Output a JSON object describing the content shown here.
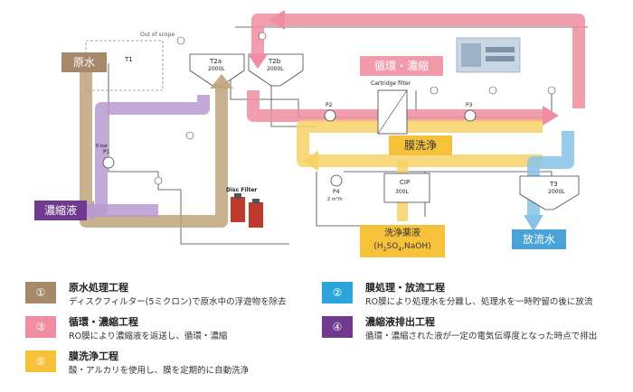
{
  "flow_labels": {
    "raw_water": "原水",
    "circulation": "循環・濃縮",
    "membrane_wash": "膜洗浄",
    "concentrate": "濃縮液",
    "discharge": "放流水",
    "chemical_line1": "洗浄薬液",
    "chemical_line2_prefix": "(H",
    "chemical_line2_sub1": "2",
    "chemical_line2_mid": "SO",
    "chemical_line2_sub2": "4",
    "chemical_line2_suffix": ",NaOH)"
  },
  "equipment": {
    "t1": "T1",
    "t1_note": "Out of scope",
    "t2a": "T2a",
    "t2a_vol": "2000L",
    "t2b": "T2b",
    "t2b_vol": "2000L",
    "t3": "T3",
    "t3_vol": "2000L",
    "cip": "CIP",
    "cip_vol": "300L",
    "cartridge": "Cartridge filter",
    "disc_filter": "Disc Filter",
    "p1": "P1",
    "p2": "P2",
    "p3": "P3",
    "p4": "P4",
    "p1_spec": "6 bar",
    "p4_spec": "2 m³/h"
  },
  "legend": [
    {
      "num": "①",
      "color": "#a6886a",
      "title": "原水処理工程",
      "desc": "ディスクフィルター(5ミクロン)で原水中の浮遊物を除去"
    },
    {
      "num": "②",
      "color": "#2aa6dd",
      "title": "膜処理・放流工程",
      "desc": "RO膜により処理水を分離し、処理水を一時貯留の後に放流"
    },
    {
      "num": "③",
      "color": "#f08da0",
      "title": "循環・濃縮工程",
      "desc": "RO膜により濃縮液を返送し、循環・濃縮"
    },
    {
      "num": "④",
      "color": "#6f3a8f",
      "title": "濃縮液排出工程",
      "desc": "循環・濃縮された液が一定の電気伝導度となった時点で排出"
    },
    {
      "num": "⑤",
      "color": "#f5c23a",
      "title": "膜洗浄工程",
      "desc": "酸・アルカリを使用し、膜を定期的に自動洗浄"
    }
  ],
  "colors": {
    "raw": "#bfa37c",
    "raw_label": "#a6886a",
    "pink": "#f08da0",
    "pink_label": "#f39aaa",
    "purple": "#b99ad0",
    "purple_label": "#6f3a8f",
    "yellow": "#f7d267",
    "yellow_label": "#f5c23a",
    "blue": "#86c3e8",
    "blue_label": "#4aa3d8"
  }
}
